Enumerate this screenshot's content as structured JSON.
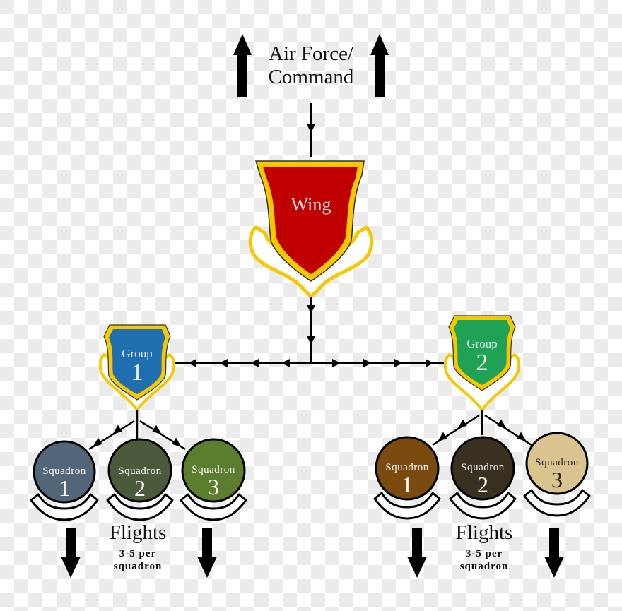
{
  "header": {
    "line1": "Air Force/",
    "line2": "Command"
  },
  "wing": {
    "label": "Wing",
    "color": "#c00000",
    "border_color": "#f5c800"
  },
  "groups": [
    {
      "label": "Group",
      "number": "1",
      "color": "#1f6fb0",
      "squadrons": [
        {
          "label": "Squadron",
          "number": "1",
          "color": "#52667a",
          "text_color": "#ffffff"
        },
        {
          "label": "Squadron",
          "number": "2",
          "color": "#4a5a3a",
          "text_color": "#ffffff"
        },
        {
          "label": "Squadron",
          "number": "3",
          "color": "#5b7d2e",
          "text_color": "#ffffff"
        }
      ],
      "flights": {
        "title": "Flights",
        "line1": "3-5 per",
        "line2": "squadron"
      }
    },
    {
      "label": "Group",
      "number": "2",
      "color": "#1fa256",
      "squadrons": [
        {
          "label": "Squadron",
          "number": "1",
          "color": "#7a4a0e",
          "text_color": "#ffffff"
        },
        {
          "label": "Squadron",
          "number": "2",
          "color": "#3a3020",
          "text_color": "#ffffff"
        },
        {
          "label": "Squadron",
          "number": "3",
          "color": "#d9c48f",
          "text_color": "#222222"
        }
      ],
      "flights": {
        "title": "Flights",
        "line1": "3-5 per",
        "line2": "squadron"
      }
    }
  ],
  "colors": {
    "arrow": "#000000",
    "scroll_outline": "#f5c800",
    "checker_light": "#ffffff",
    "checker_dark": "#ebebeb"
  }
}
